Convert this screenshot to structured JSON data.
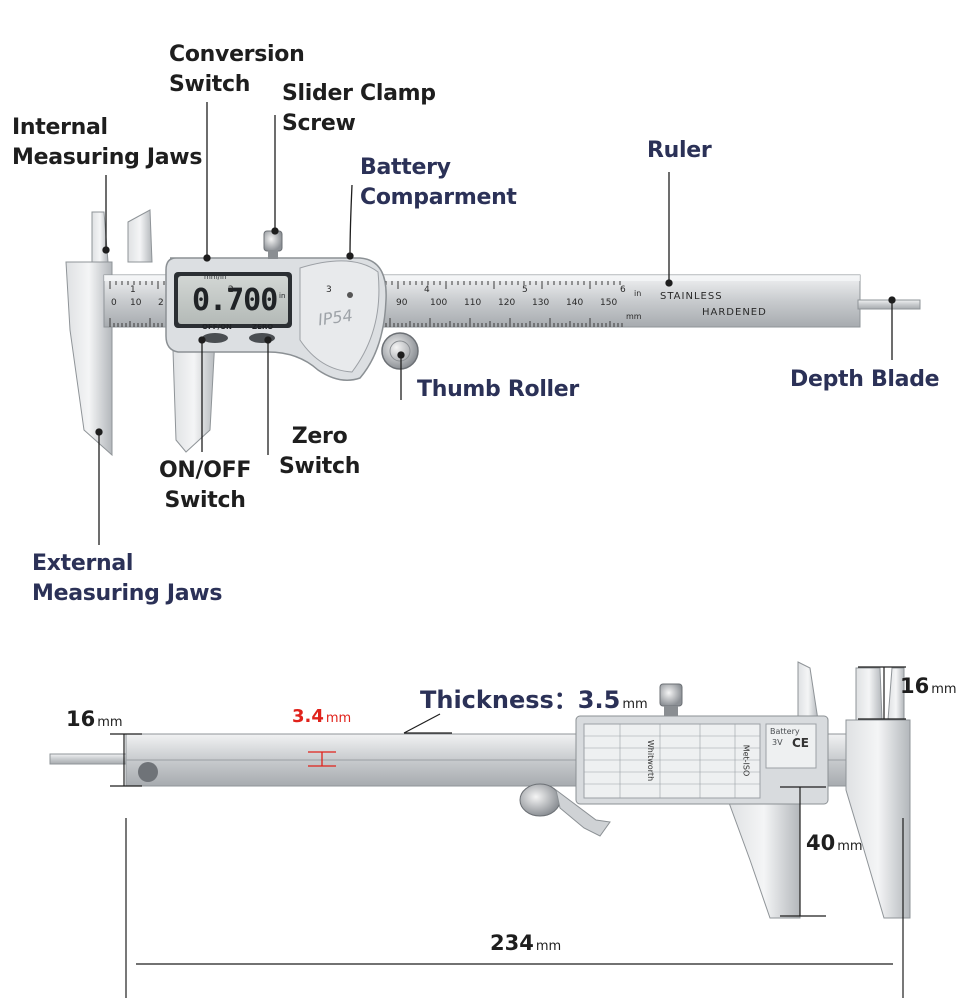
{
  "colors": {
    "label": "#1e1e1e",
    "label_navy": "#2b3157",
    "highlight": "#e0221b",
    "steel": "#c9cccf"
  },
  "callouts": {
    "conversion_switch": [
      "Conversion",
      "Switch"
    ],
    "slider_clamp_screw": [
      "Slider Clamp",
      "Screw"
    ],
    "internal_jaws": [
      "Internal",
      "Measuring Jaws"
    ],
    "battery_compartment": [
      "Battery",
      "Comparment"
    ],
    "ruler": "Ruler",
    "thumb_roller": "Thumb Roller",
    "depth_blade": "Depth Blade",
    "zero_switch": [
      "Zero",
      "Switch"
    ],
    "on_off_switch": [
      "ON/OFF",
      "Switch"
    ],
    "external_jaws": [
      "External",
      "Measuring Jaws"
    ]
  },
  "caliper": {
    "display_reading": "0.700",
    "display_header": "mm/in",
    "display_unit": "in",
    "btn_off_on": "OFF/ON",
    "btn_zero": "ZERO",
    "rating": "IP54",
    "ruler_text_1": "STAINLESS",
    "ruler_text_2": "HARDENED",
    "unit_in": "in",
    "unit_mm": "mm",
    "scale_low": [
      "0",
      "10",
      "2"
    ],
    "scale_high": [
      "90",
      "100",
      "110",
      "120",
      "130",
      "140",
      "150"
    ],
    "scale_in": [
      "1",
      "2",
      "3",
      "4",
      "5",
      "6"
    ]
  },
  "dimensions": {
    "thickness_label": "Thickness：3.5",
    "thickness_unit": "mm",
    "beam_thickness": "3.4",
    "beam_unit": "mm",
    "blade_height": "16",
    "blade_unit": "mm",
    "jaw_width": "16",
    "jaw_unit": "mm",
    "jaw_length": "40",
    "jaw_length_unit": "mm",
    "total_length": "234",
    "total_unit": "mm"
  },
  "side_view": {
    "battery_text": "Battery",
    "battery_volt": "3V",
    "ce_mark": "CE",
    "table_title": "Whitworth",
    "table_sub": "Met-ISO"
  }
}
